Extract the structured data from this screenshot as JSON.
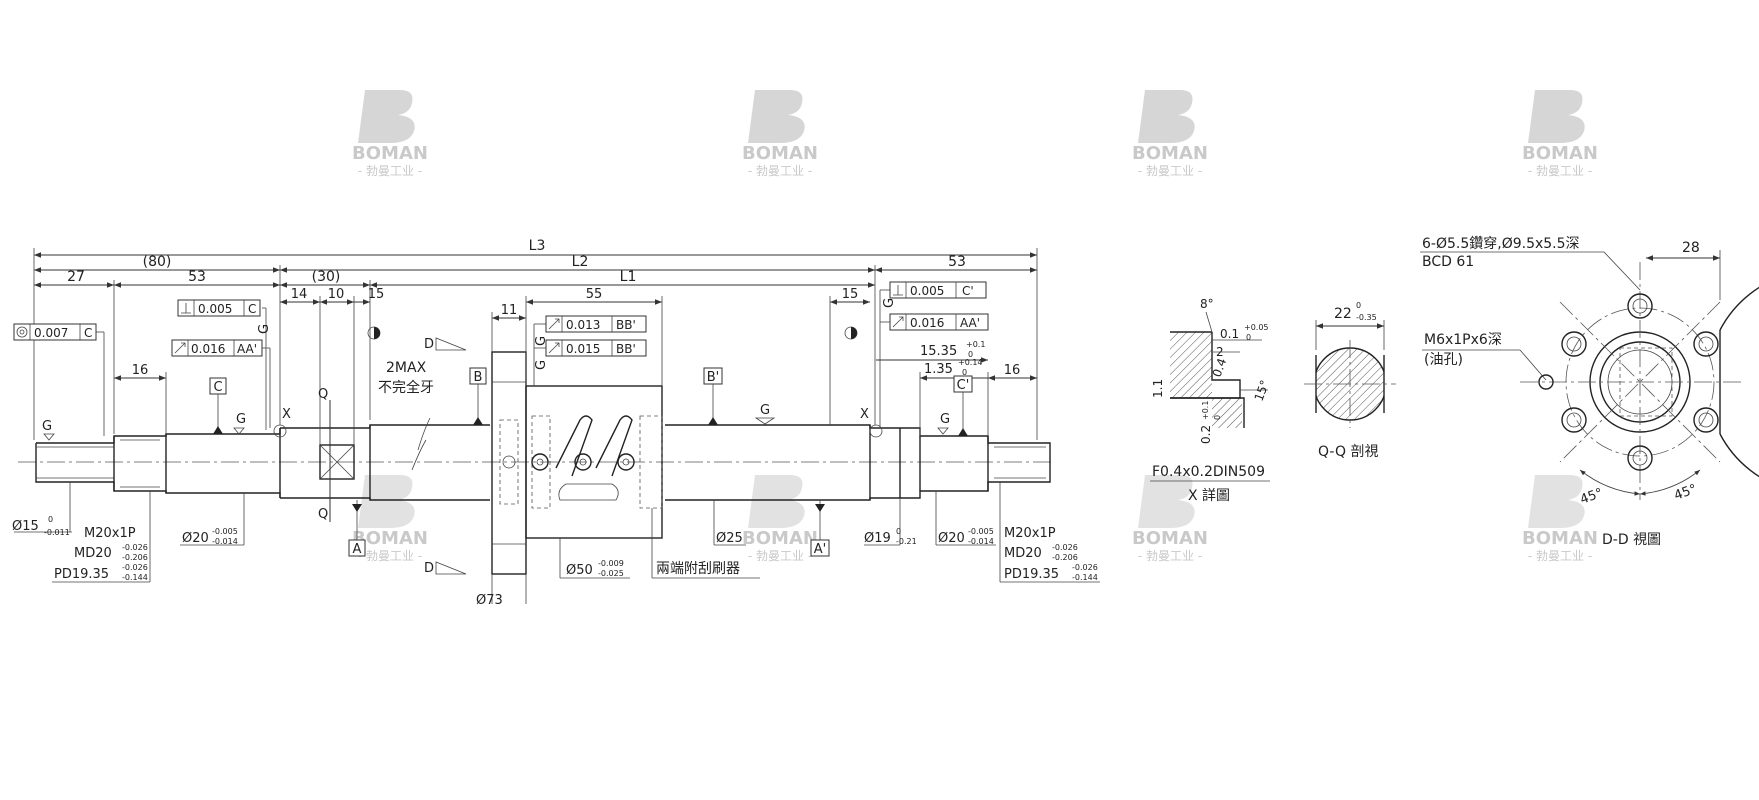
{
  "watermark": {
    "brand": "BOMAN",
    "sub": "- 勃曼工业 -"
  },
  "main": {
    "top_dims": {
      "l3": "L3",
      "p80": "(80)",
      "l2": "L2",
      "d27": "27",
      "d53a": "53",
      "p30": "(30)",
      "l1": "L1",
      "d53b": "53"
    },
    "small_dims": {
      "d14": "14",
      "d10": "10",
      "d15a": "15",
      "d11": "11",
      "d55": "55",
      "d15b": "15",
      "d16a": "16",
      "d16b": "16",
      "d15_35": "15.35",
      "d15_35_tol_up": "+0.1",
      "d15_35_tol_lo": "0",
      "d1_35": "1.35",
      "d1_35_tol_up": "+0.14",
      "d1_35_tol_lo": "0",
      "twomax": "2MAX",
      "incomplete_thread": "不完全牙"
    },
    "fcf": {
      "conc": {
        "value": "0.007",
        "datum": "C"
      },
      "perp1": {
        "value": "0.005",
        "datum": "C"
      },
      "run1": {
        "value": "0.016",
        "datum": "AA'"
      },
      "run2": {
        "value": "0.013",
        "datum": "BB'"
      },
      "run3": {
        "value": "0.015",
        "datum": "BB'"
      },
      "perp2": {
        "value": "0.005",
        "datum": "C'"
      },
      "run4": {
        "value": "0.016",
        "datum": "AA'"
      }
    },
    "datums": {
      "a": "A",
      "a2": "A'",
      "b": "B",
      "b2": "B'",
      "c": "C",
      "c2": "C'"
    },
    "markers": {
      "g": "G",
      "x": "X",
      "q": "Q",
      "d": "D"
    },
    "bottom_left": {
      "d15": "Ø15",
      "d15_tol_up": "0",
      "d15_tol_lo": "-0.011",
      "m20": "M20x1P",
      "md20": "MD20",
      "md20_tol_up": "-0.026",
      "md20_tol_lo": "-0.206",
      "pd": "PD19.35",
      "pd_tol_up": "-0.026",
      "pd_tol_lo": "-0.144",
      "d20": "Ø20",
      "d20_tol_up": "-0.005",
      "d20_tol_lo": "-0.014"
    },
    "bottom_mid": {
      "d73": "Ø73",
      "d50": "Ø50",
      "d50_tol_up": "-0.009",
      "d50_tol_lo": "-0.025",
      "wiper": "兩端附刮刷器",
      "d25": "Ø25",
      "d19": "Ø19",
      "d19_tol_up": "0",
      "d19_tol_lo": "-0.21"
    },
    "bottom_right": {
      "d20": "Ø20",
      "d20_tol_up": "-0.005",
      "d20_tol_lo": "-0.014",
      "m20": "M20x1P",
      "md20": "MD20",
      "md20_tol_up": "-0.026",
      "md20_tol_lo": "-0.206",
      "pd": "PD19.35",
      "pd_tol_up": "-0.026",
      "pd_tol_lo": "-0.144"
    }
  },
  "x_detail": {
    "angle8": "8°",
    "d01": "0.1",
    "d01_tol_up": "+0.05",
    "d01_tol_lo": "0",
    "d2": "2",
    "d04": "0.4",
    "d15deg": "15°",
    "d11": "1.1",
    "d02": "0.2",
    "d02_tol_up": "+0.1",
    "d02_tol_lo": "0",
    "spec": "F0.4x0.2DIN509",
    "caption": "X 詳圖"
  },
  "qq_section": {
    "dim": "22",
    "dim_tol_up": "0",
    "dim_tol_lo": "-0.35",
    "caption": "Q-Q 剖視"
  },
  "dd_view": {
    "holes": "6-Ø5.5鑽穿,Ø9.5x5.5深",
    "bcd": "BCD 61",
    "d28": "28",
    "oil_hole": "M6x1Px6深",
    "oil_hole_note": "(油孔)",
    "angle1": "45°",
    "angle2": "45°",
    "caption": "D-D 視圖"
  }
}
